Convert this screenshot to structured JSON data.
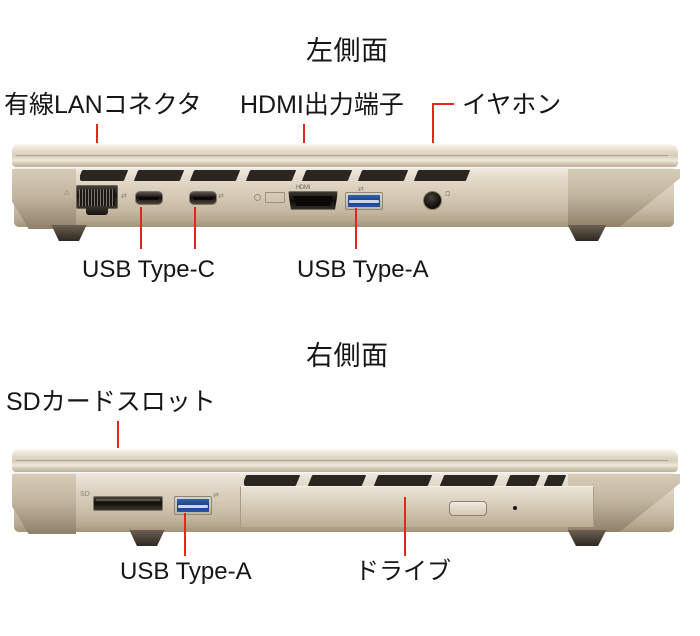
{
  "document": {
    "language": "ja",
    "background_color": "#ffffff",
    "leader_color": "#e8241f",
    "body_color": "#d8cdb9"
  },
  "sections": [
    {
      "id": "left-side",
      "title": "左側面",
      "labels_above": [
        {
          "id": "lan",
          "text": "有線LANコネクタ"
        },
        {
          "id": "hdmi",
          "text": "HDMI出力端子"
        },
        {
          "id": "earphone",
          "text": "イヤホン"
        }
      ],
      "labels_below": [
        {
          "id": "usb-c",
          "text": "USB Type-C"
        },
        {
          "id": "usb-a",
          "text": "USB Type-A"
        }
      ],
      "ports": [
        {
          "id": "rj45",
          "type": "lan-rj45",
          "label": "有線LANコネクタ"
        },
        {
          "id": "usbc-1",
          "type": "usb-type-c",
          "label": "USB Type-C"
        },
        {
          "id": "usbc-2",
          "type": "usb-type-c",
          "label": "USB Type-C"
        },
        {
          "id": "hdmi-1",
          "type": "hdmi",
          "label": "HDMI出力端子"
        },
        {
          "id": "usba-1",
          "type": "usb-type-a",
          "label": "USB Type-A"
        },
        {
          "id": "jack-1",
          "type": "headphone-jack",
          "label": "イヤホン"
        }
      ]
    },
    {
      "id": "right-side",
      "title": "右側面",
      "labels_above": [
        {
          "id": "sd",
          "text": "SDカードスロット"
        }
      ],
      "labels_below": [
        {
          "id": "usb-a-2",
          "text": "USB Type-A"
        },
        {
          "id": "drive",
          "text": "ドライブ"
        }
      ],
      "ports": [
        {
          "id": "sd-1",
          "type": "sd-card-slot",
          "label": "SDカードスロット"
        },
        {
          "id": "usba-2",
          "type": "usb-type-a",
          "label": "USB Type-A"
        },
        {
          "id": "odd-1",
          "type": "optical-drive",
          "label": "ドライブ"
        }
      ]
    }
  ],
  "silkscreen": {
    "hdmi": "HDMI",
    "usb": "⎇",
    "charge": "⚡",
    "headphone": "Ω"
  }
}
